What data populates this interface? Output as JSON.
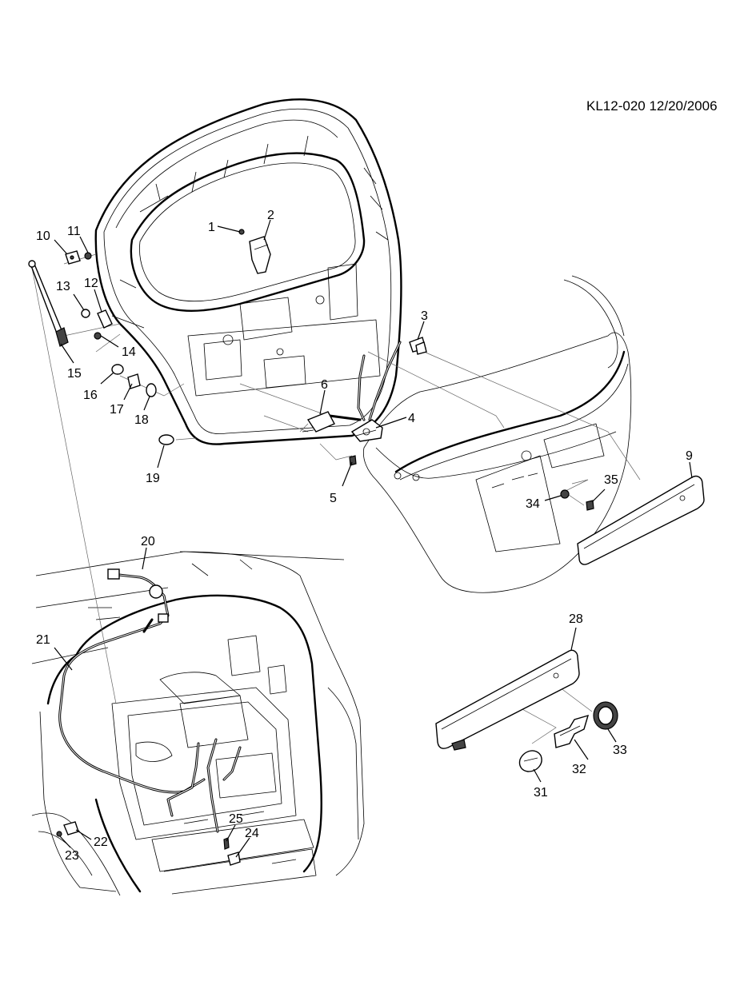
{
  "reference": "KL12-020  12/20/2006",
  "callouts": [
    {
      "id": "1",
      "label": "1"
    },
    {
      "id": "2",
      "label": "2"
    },
    {
      "id": "3",
      "label": "3"
    },
    {
      "id": "4",
      "label": "4"
    },
    {
      "id": "5",
      "label": "5"
    },
    {
      "id": "6",
      "label": "6"
    },
    {
      "id": "9",
      "label": "9"
    },
    {
      "id": "10",
      "label": "10"
    },
    {
      "id": "11",
      "label": "11"
    },
    {
      "id": "12",
      "label": "12"
    },
    {
      "id": "13",
      "label": "13"
    },
    {
      "id": "14",
      "label": "14"
    },
    {
      "id": "15",
      "label": "15"
    },
    {
      "id": "16",
      "label": "16"
    },
    {
      "id": "17",
      "label": "17"
    },
    {
      "id": "18",
      "label": "18"
    },
    {
      "id": "19",
      "label": "19"
    },
    {
      "id": "20",
      "label": "20"
    },
    {
      "id": "21",
      "label": "21"
    },
    {
      "id": "22",
      "label": "22"
    },
    {
      "id": "23",
      "label": "23"
    },
    {
      "id": "24",
      "label": "24"
    },
    {
      "id": "25",
      "label": "25"
    },
    {
      "id": "28",
      "label": "28"
    },
    {
      "id": "31",
      "label": "31"
    },
    {
      "id": "32",
      "label": "32"
    },
    {
      "id": "33",
      "label": "33"
    },
    {
      "id": "34",
      "label": "34"
    },
    {
      "id": "35",
      "label": "35"
    }
  ]
}
